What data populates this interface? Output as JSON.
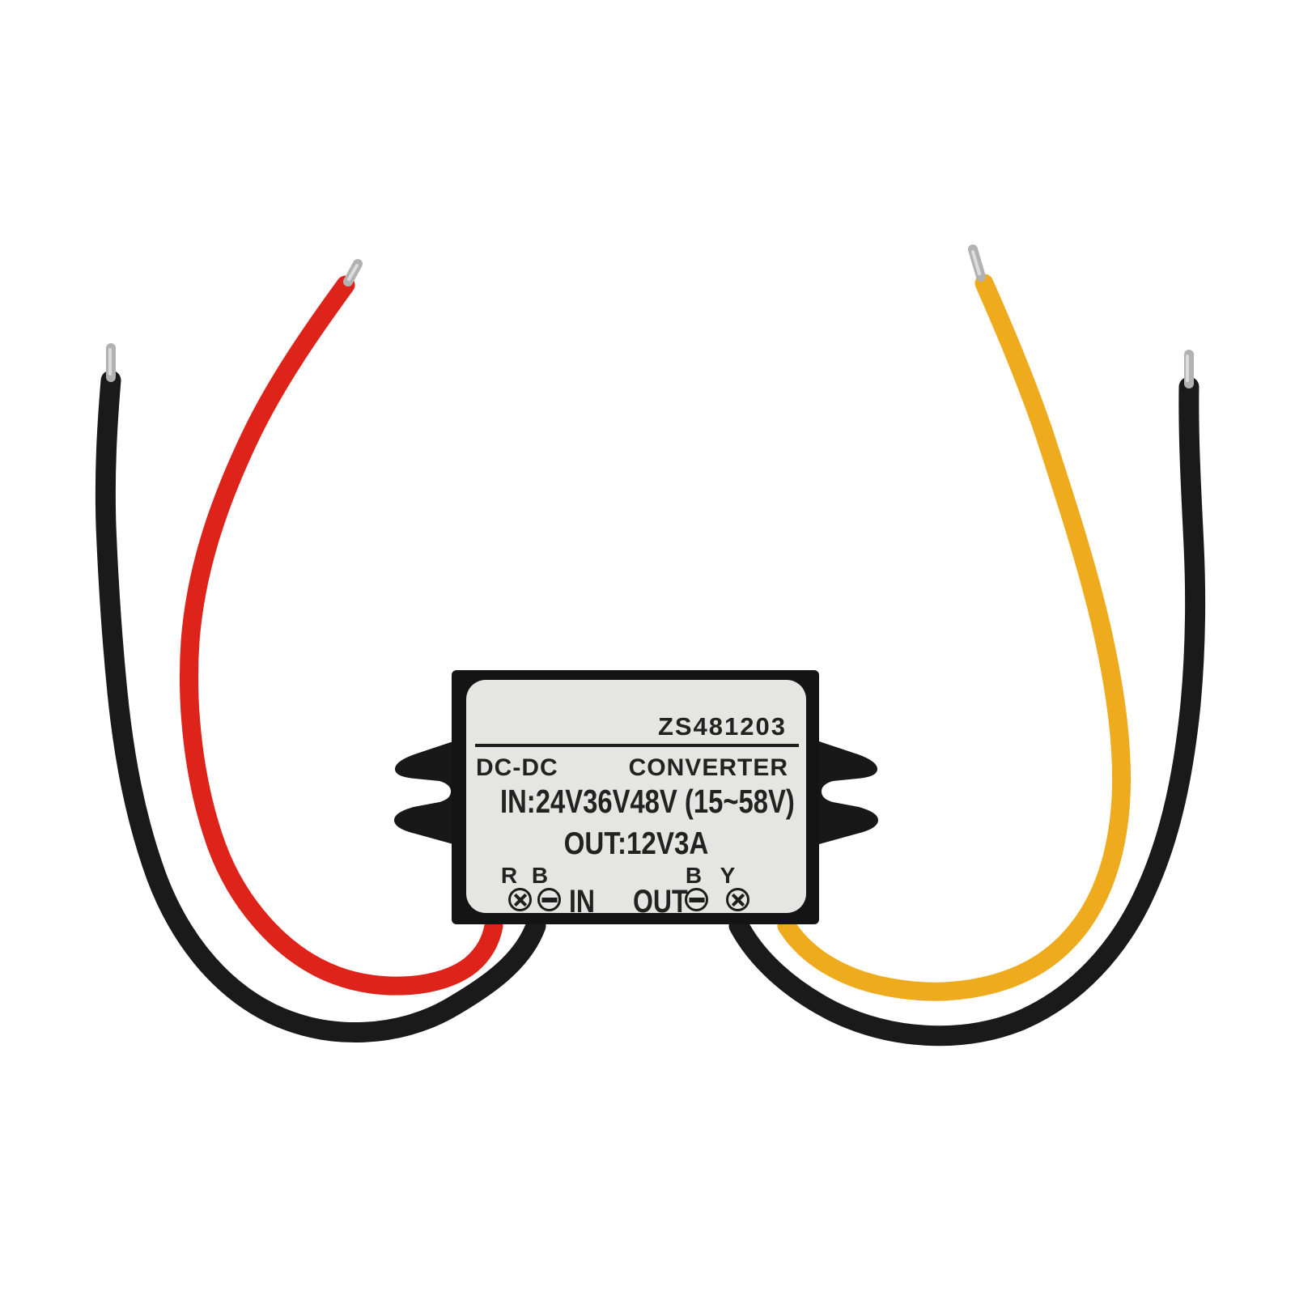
{
  "scene": {
    "description": "Product photo of a DC-DC step-down converter module with two input wires (red, black) and two output wires (yellow, black), all with tinned bare tips",
    "background_color": "#ffffff"
  },
  "device": {
    "label": {
      "model": "ZS481203",
      "product_left": "DC-DC",
      "product_right": "CONVERTER",
      "input_spec": "IN:24V36V48V (15~58V)",
      "output_spec": "OUT:12V3A",
      "in_section": {
        "wire_letter_1": "R",
        "wire_letter_2": "B",
        "port": "IN"
      },
      "out_section": {
        "port": "OUT",
        "wire_letter_1": "B",
        "wire_letter_2": "Y"
      }
    }
  },
  "colors": {
    "body": "#141414",
    "mounting_tab": "#181818",
    "label_bg": "#e5e5e3",
    "label_text": "#222222",
    "wire_red": "#de231b",
    "wire_yellow": "#eeab1e",
    "wire_black": "#1a1a1a",
    "tinned_tip": "#b2b2b2",
    "tinned_tip_highlight": "#dcdcdc"
  }
}
